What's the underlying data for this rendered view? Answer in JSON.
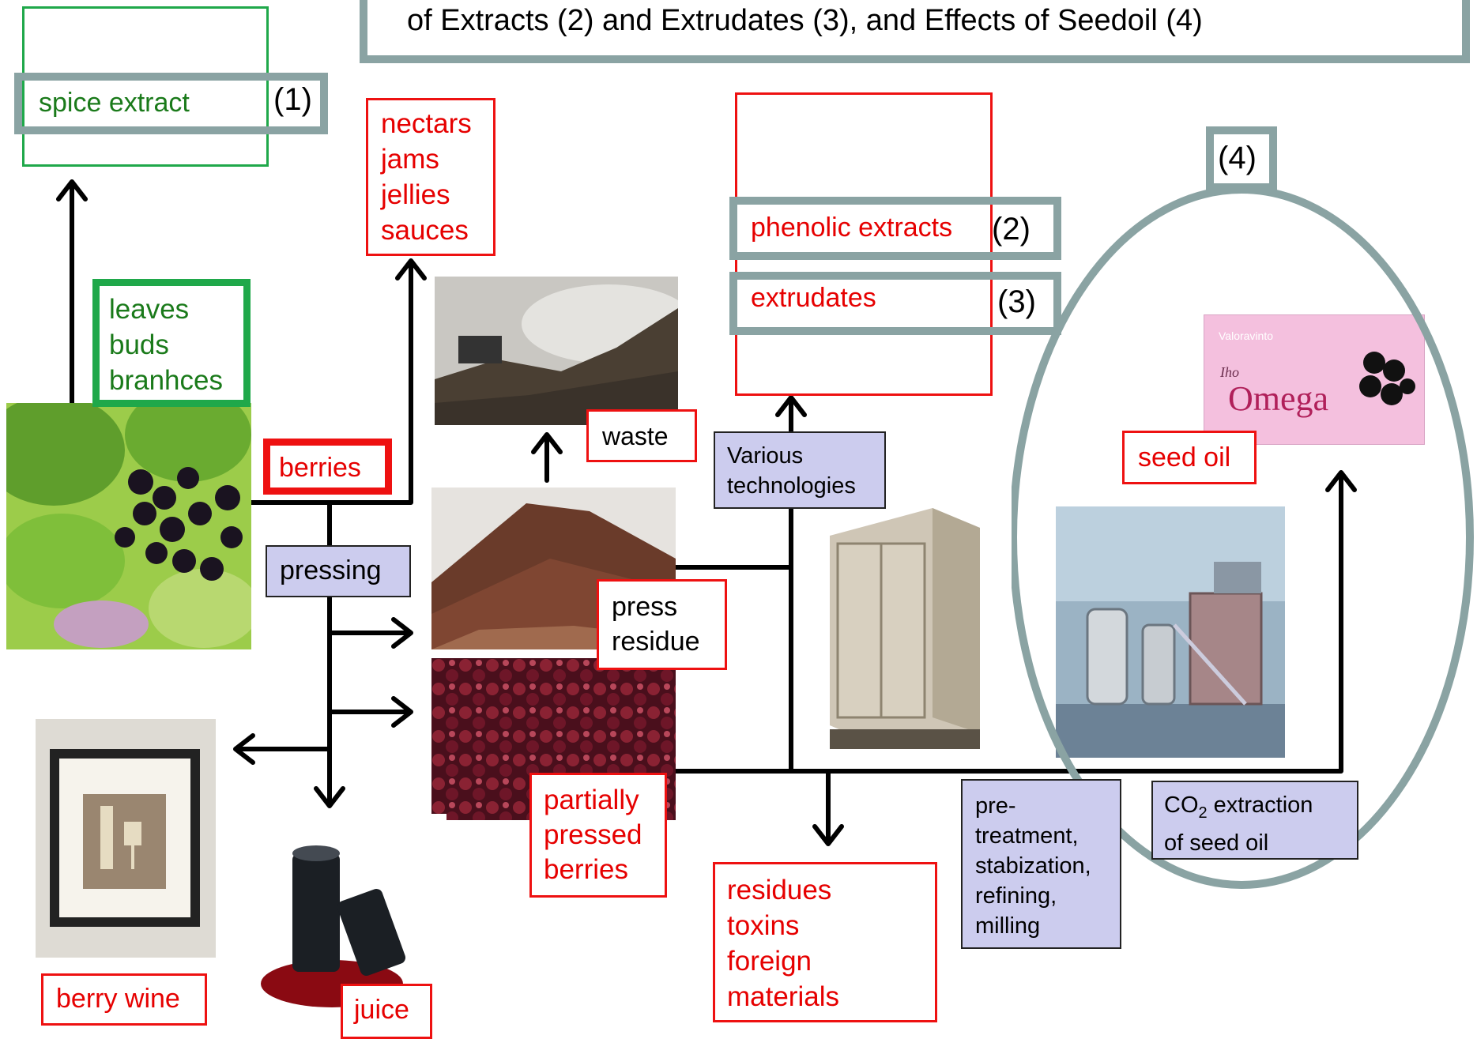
{
  "title": {
    "text": "of Extracts (2) and Extrudates (3), and Effects of Seedoil (4)"
  },
  "labels": {
    "spice_extract": "spice extract",
    "marker_1": "(1)",
    "marker_2": "(2)",
    "marker_3": "(3)",
    "marker_4": "(4)",
    "nectars": "nectars\njams\njellies\nsauces",
    "leaves": "leaves\nbuds\nbranhces",
    "berries": "berries",
    "pressing": "pressing",
    "waste": "waste",
    "phenolic_extracts": "phenolic extracts",
    "extrudates": "extrudates",
    "various_technologies": "Various\ntechnologies",
    "seed_oil": "seed oil",
    "press_residue": "press\nresidue",
    "partially_pressed": "partially\npressed\nberries",
    "residues": "residues\ntoxins\nforeign\nmaterials",
    "pretreatment": "pre-\ntreatment,\nstabization,\nrefining,\nmilling",
    "co2_prefix": "CO",
    "co2_sub": "2",
    "co2_rest": "  extraction\nof seed oil",
    "berry_wine": "berry wine",
    "juice": "juice"
  },
  "product_box": {
    "brand": "Valoravinto",
    "line": "Iho",
    "name": "Omega"
  },
  "colors": {
    "red_box": "#ee1111",
    "green_box": "#1fa84a",
    "gray_frame": "#8aa3a3",
    "lavender": "#ccccee"
  }
}
